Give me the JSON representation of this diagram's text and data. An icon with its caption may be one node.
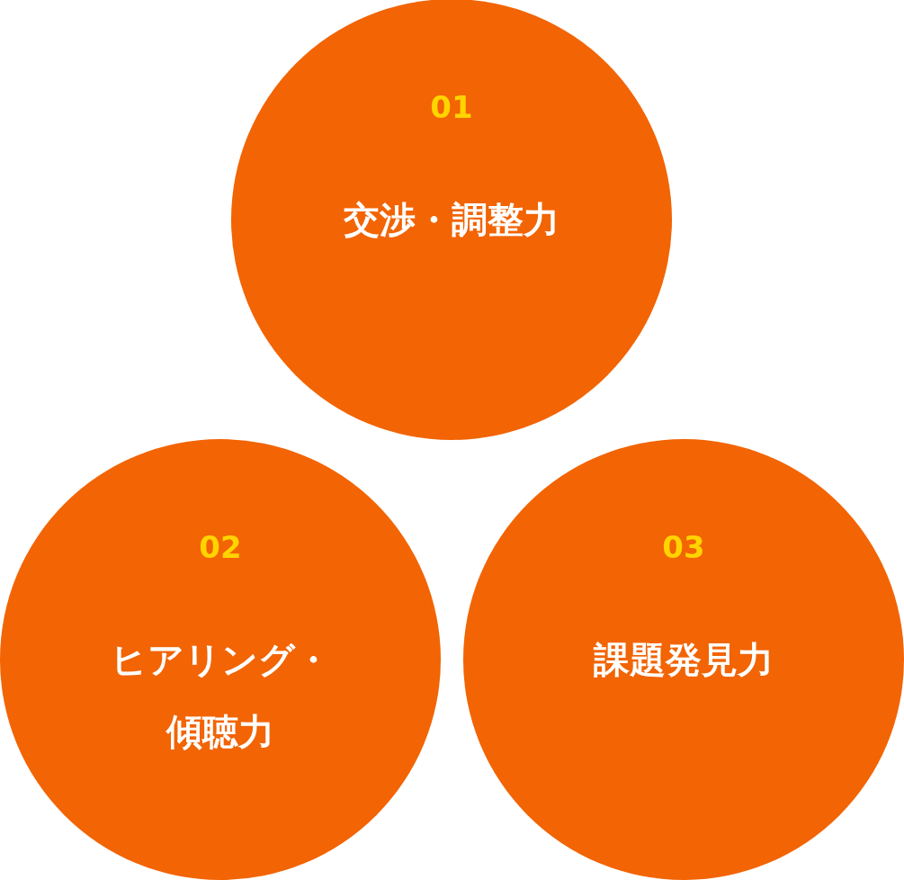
{
  "diagram": {
    "nodes": [
      {
        "text": [
          "01",
          "交渉・調整力"
        ]
      },
      {
        "text": [
          "02",
          "ヒアリング・傾聴力"
        ]
      },
      {
        "text": [
          "03",
          "課題発見力"
        ]
      }
    ]
  }
}
